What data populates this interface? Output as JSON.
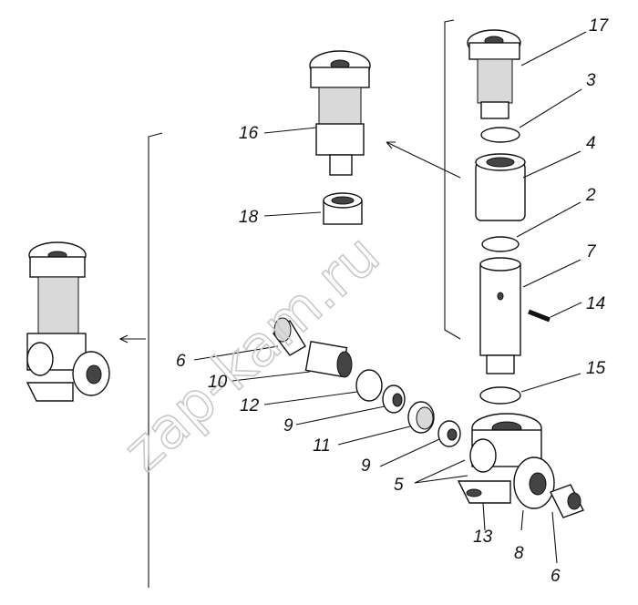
{
  "watermark": "zap-kam.ru",
  "labels": [
    {
      "id": "17",
      "text": "17"
    },
    {
      "id": "3",
      "text": "3"
    },
    {
      "id": "16",
      "text": "16"
    },
    {
      "id": "4",
      "text": "4"
    },
    {
      "id": "2",
      "text": "2"
    },
    {
      "id": "18",
      "text": "18"
    },
    {
      "id": "7",
      "text": "7"
    },
    {
      "id": "14",
      "text": "14"
    },
    {
      "id": "6a",
      "text": "6"
    },
    {
      "id": "15",
      "text": "15"
    },
    {
      "id": "10",
      "text": "10"
    },
    {
      "id": "12",
      "text": "12"
    },
    {
      "id": "9a",
      "text": "9"
    },
    {
      "id": "11",
      "text": "11"
    },
    {
      "id": "9b",
      "text": "9"
    },
    {
      "id": "5",
      "text": "5"
    },
    {
      "id": "13",
      "text": "13"
    },
    {
      "id": "8",
      "text": "8"
    },
    {
      "id": "6b",
      "text": "6"
    }
  ]
}
